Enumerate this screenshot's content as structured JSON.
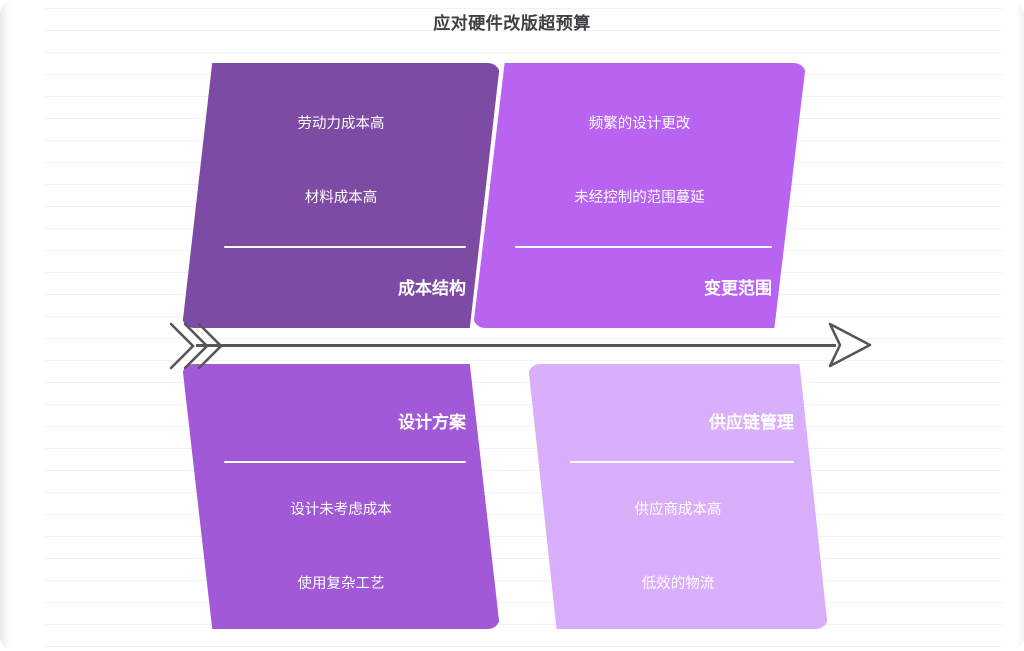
{
  "title": "应对硬件改版超预算",
  "diagram": {
    "type": "fishbone",
    "spine_direction": "left-to-right",
    "colors": {
      "top_left": "#7d4ba3",
      "top_right": "#b964f0",
      "bottom_left": "#a259d8",
      "bottom_right": "#d9aefa",
      "spine": "#565656",
      "title": "#3f3f46",
      "background": "#ffffff",
      "rule_line": "#f2f2f4"
    },
    "branches": [
      {
        "id": "cost-structure",
        "position": "top-left",
        "category": "成本结构",
        "color": "#7d4ba3",
        "causes": [
          "劳动力成本高",
          "材料成本高"
        ]
      },
      {
        "id": "change-scope",
        "position": "top-right",
        "category": "变更范围",
        "color": "#b964f0",
        "causes": [
          "频繁的设计更改",
          "未经控制的范围蔓延"
        ]
      },
      {
        "id": "design-plan",
        "position": "bottom-left",
        "category": "设计方案",
        "color": "#a259d8",
        "causes": [
          "设计未考虑成本",
          "使用复杂工艺"
        ]
      },
      {
        "id": "supply-chain",
        "position": "bottom-right",
        "category": "供应链管理",
        "color": "#d9aefa",
        "causes": [
          "供应商成本高",
          "低效的物流"
        ]
      }
    ]
  }
}
